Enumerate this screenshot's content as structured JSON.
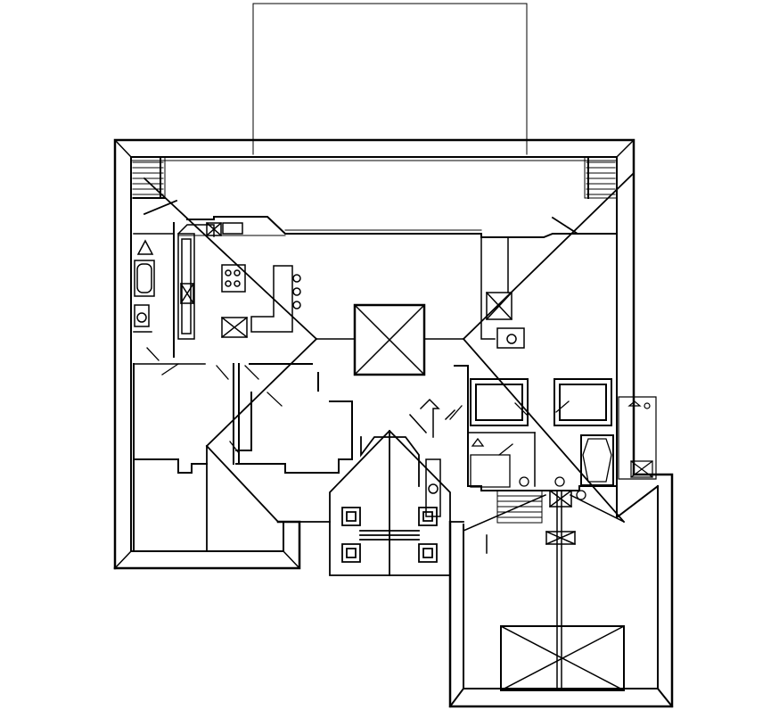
{
  "drawing": {
    "kind": "architectural floor plan",
    "line_color": "#000000",
    "background_color": "#ffffff",
    "text_labels": []
  },
  "icons": {
    "skylight": "skylight-x-box",
    "door": "door-swing",
    "toilet": "toilet-icon",
    "bathtub": "bathtub-icon",
    "stove": "cooktop-icon",
    "sink": "sink-icon",
    "stairs": "stairs-icon"
  }
}
